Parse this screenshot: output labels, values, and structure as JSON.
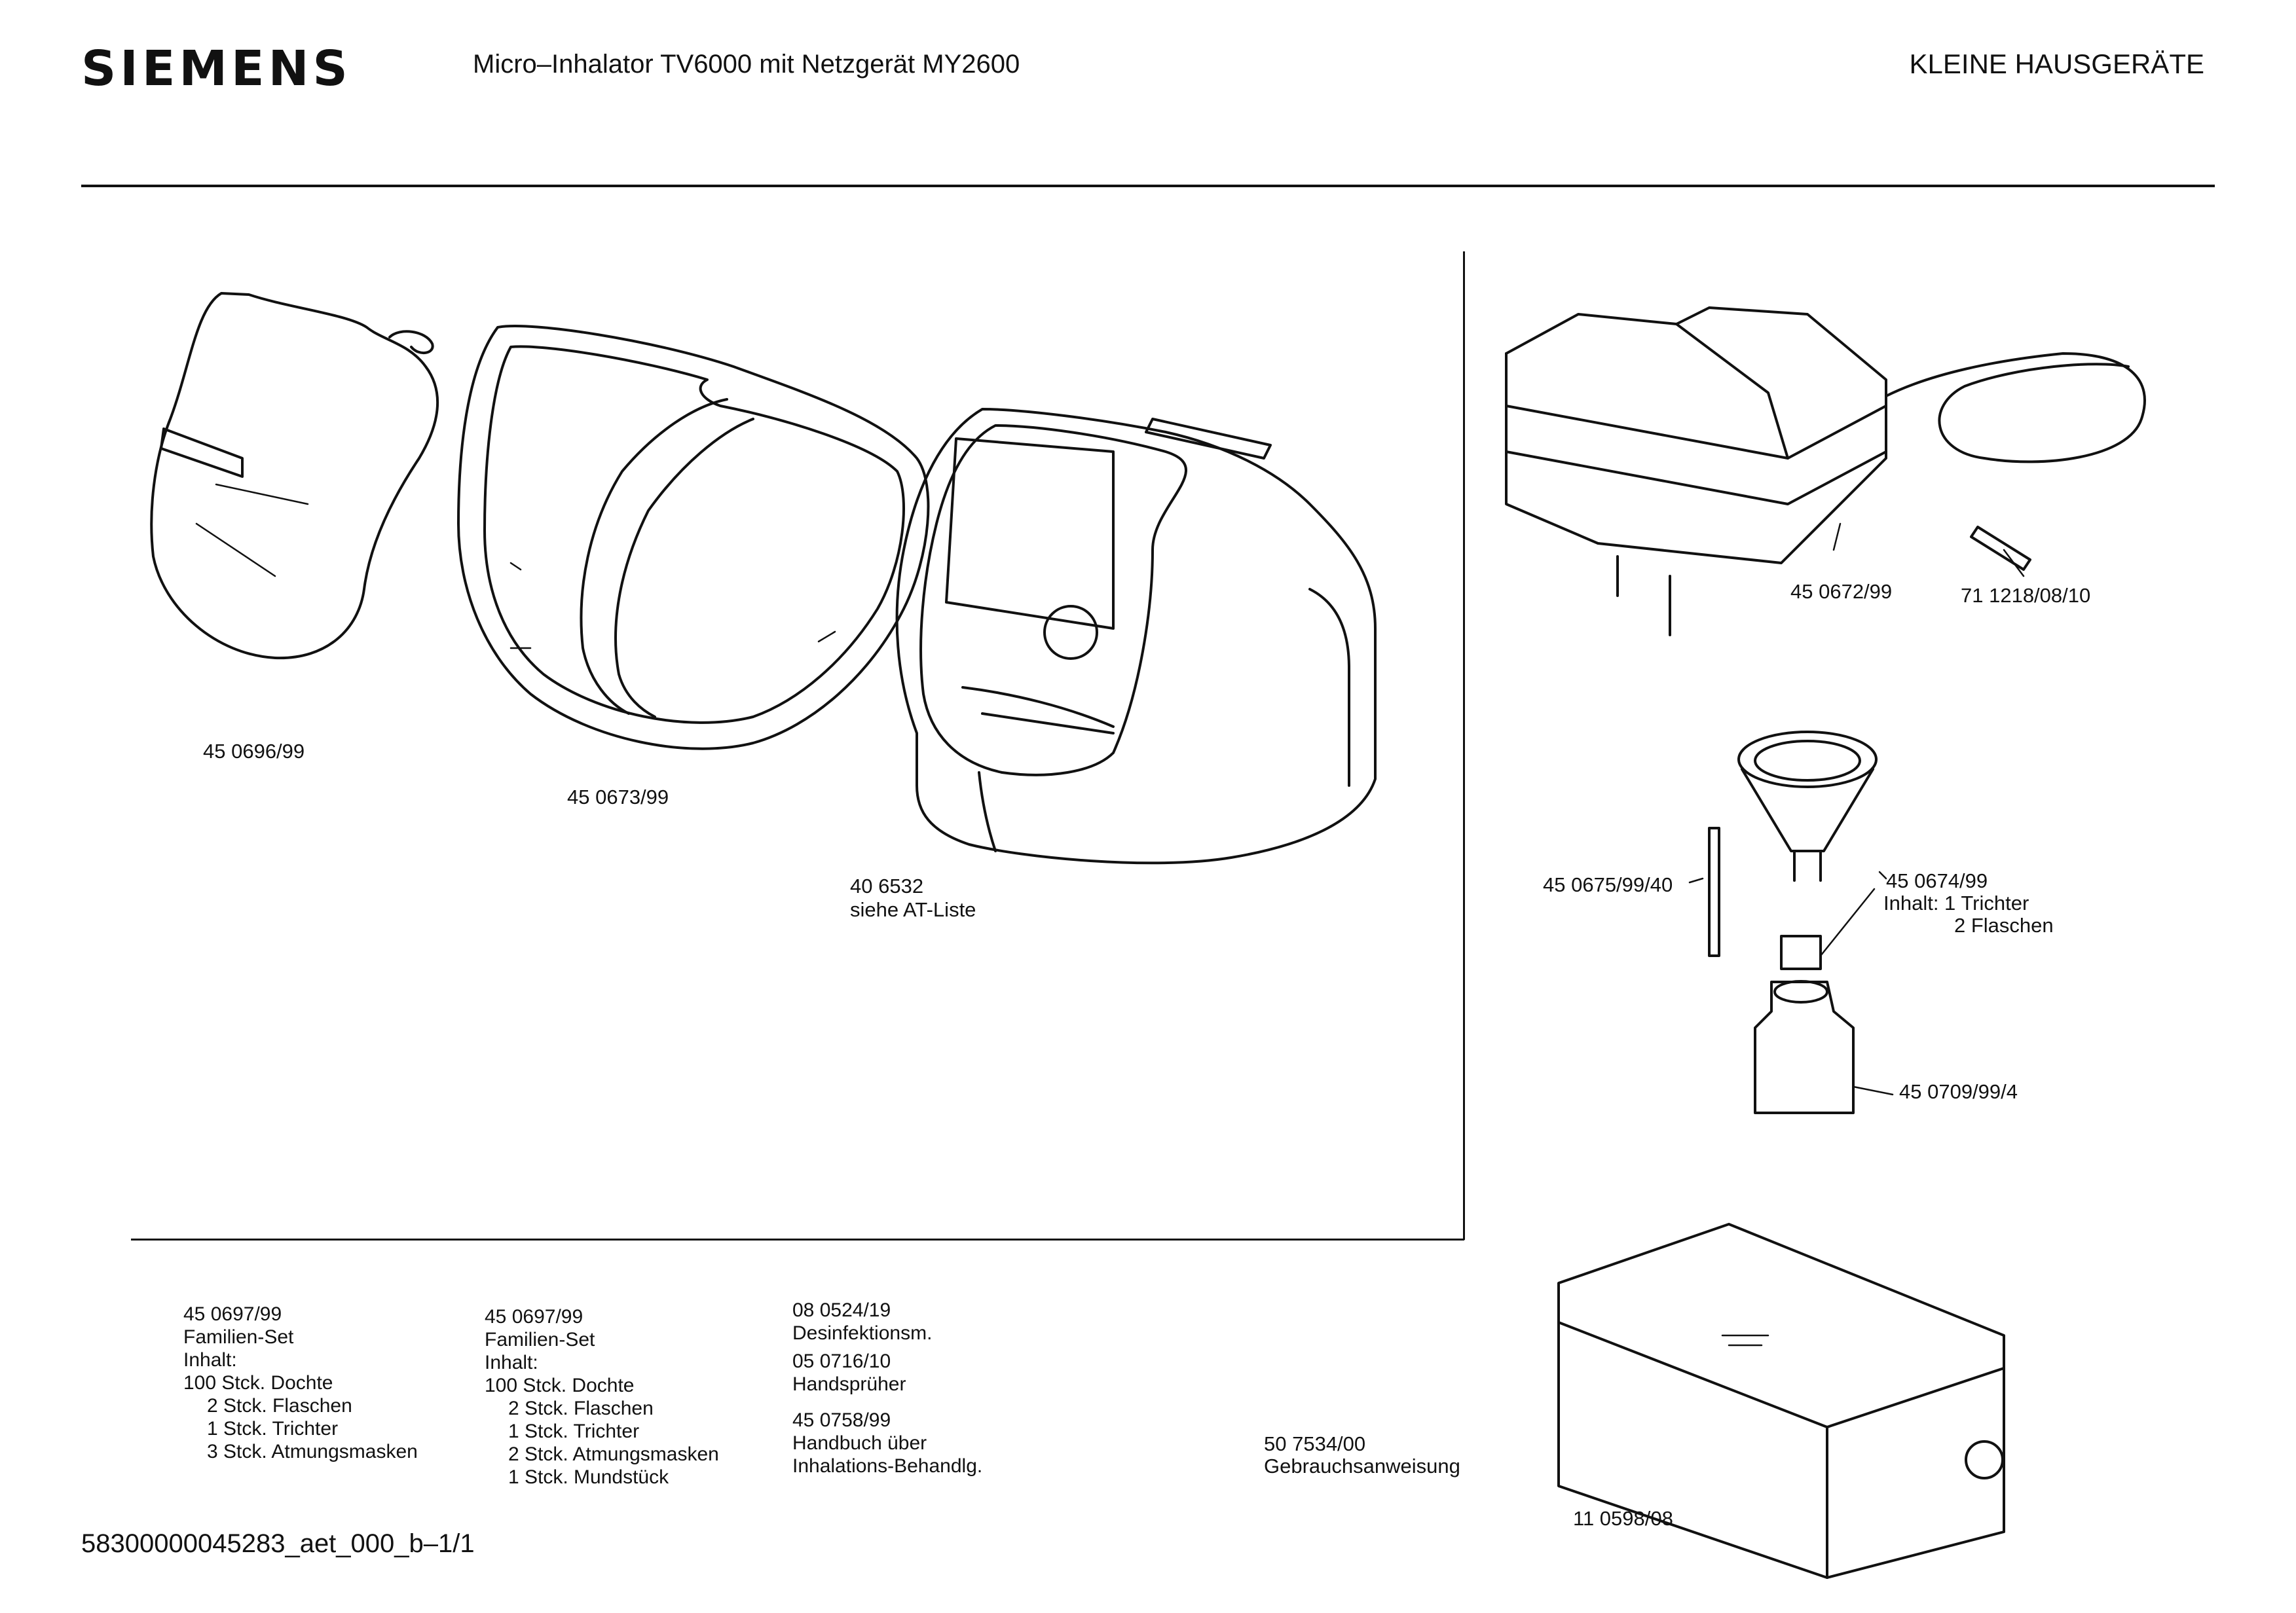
{
  "header": {
    "brand": "SIEMENS",
    "title": "Micro–Inhalator TV6000 mit Netzgerät MY2600",
    "category": "KLEINE HAUSGERÄTE"
  },
  "parts": {
    "mask": "45 0696/99",
    "shell": "45 0673/99",
    "body_number": "40 6532",
    "body_note": "siehe AT-Liste",
    "power_supply": "45 0672/99",
    "fuse": "71 1218/08/10",
    "wick": "45 0675/99/40",
    "funnel_set_number": "45 0674/99",
    "funnel_set_line1": "Inhalt: 1 Trichter",
    "funnel_set_line2": "2 Flaschen",
    "bottle": "45 0709/99/4",
    "manual_number": "50 7534/00",
    "manual_label": "Gebrauchsanweisung",
    "case": "11 0598/08"
  },
  "bottom_lists": {
    "set_a": [
      "45 0697/99",
      "Familien-Set",
      "Inhalt:",
      "100 Stck. Dochte",
      "2 Stck. Flaschen",
      "1 Stck. Trichter",
      "3 Stck. Atmungsmasken"
    ],
    "set_b": [
      "45 0697/99",
      "Familien-Set",
      "Inhalt:",
      "100 Stck. Dochte",
      "2 Stck. Flaschen",
      "1 Stck. Trichter",
      "2 Stck. Atmungsmasken",
      "1 Stck. Mundstück"
    ],
    "accessories": [
      "08 0524/19",
      "Desinfektionsm.",
      "05 0716/10",
      "Handsprüher",
      "",
      "45 0758/99",
      "Handbuch über",
      "Inhalations-Behandlg."
    ]
  },
  "footer": {
    "doc_id": "58300000045283_aet_000_b–1/1"
  }
}
